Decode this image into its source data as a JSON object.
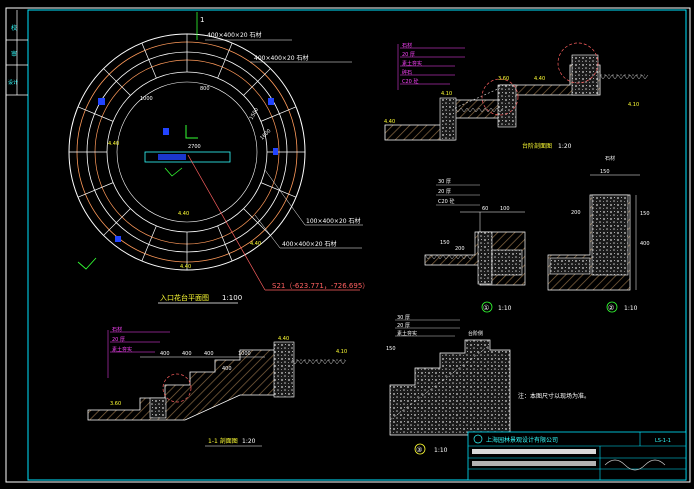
{
  "colors": {
    "background": "#000000",
    "frame": "#ffffff",
    "inner_frame": "#00e5ff",
    "hatch": "#7a5a3a",
    "wall": "#ff9a5a",
    "ground": "#cccccc",
    "dim": "#33ffff",
    "text_yellow": "#ffff33",
    "text_magenta": "#ff44ff",
    "marker_blue": "#2244ff",
    "leader_red": "#ff6060"
  },
  "plan": {
    "title": "入口花台平面图",
    "scale": "1:100",
    "label_paving": "400×400×20 石材",
    "label_side1": "400×400×20 石材",
    "label_side2": "100×400×20 石材",
    "label_side3": "400×400×20 石材",
    "coordinate": "S21（-623.771，-726.695）",
    "section_mark": "1",
    "dims": [
      "2700",
      "1500",
      "1600",
      "800",
      "1000"
    ],
    "elev": [
      "4.40",
      "4.40",
      "4.40",
      "4.40"
    ]
  },
  "section_top": {
    "title": "台阶剖面图",
    "scale": "1:20",
    "elev": [
      "4.40",
      "4.10",
      "4.40",
      "3.60",
      "4.10"
    ],
    "notes": [
      "石材",
      "20 厚",
      "素土夯实",
      "碎石",
      "C20 砼"
    ]
  },
  "detail1": {
    "no": "①",
    "scale": "1:10",
    "notes": [
      "30 厚",
      "20 厚",
      "C20 砼"
    ],
    "dims": [
      "60",
      "100",
      "200",
      "150"
    ]
  },
  "detail2": {
    "no": "②",
    "scale": "1:10",
    "notes": [
      "石材"
    ],
    "dims": [
      "150",
      "200",
      "150",
      "400"
    ]
  },
  "section_bottom": {
    "title": "1-1 剖面图",
    "scale": "1:20",
    "dims": [
      "400",
      "400",
      "400",
      "1000",
      "400"
    ],
    "elev": [
      "4.40",
      "4.10",
      "3.60"
    ],
    "notes": [
      "石材",
      "20 厚",
      "素土夯实"
    ]
  },
  "detail3": {
    "no": "③",
    "scale": "1:10",
    "notes": [
      "30 厚",
      "20 厚",
      "素土夯实"
    ],
    "dim_top": "150",
    "label": "台阶侧",
    "remark": "注：本图尺寸以现场为准。"
  },
  "titleblock": {
    "company": "上海园林景观设计有限公司",
    "rows": [
      "",
      "",
      ""
    ],
    "drawing_no": "LS-1-1"
  },
  "frame_side": {
    "labels": [
      "校",
      "审",
      "设计"
    ]
  }
}
